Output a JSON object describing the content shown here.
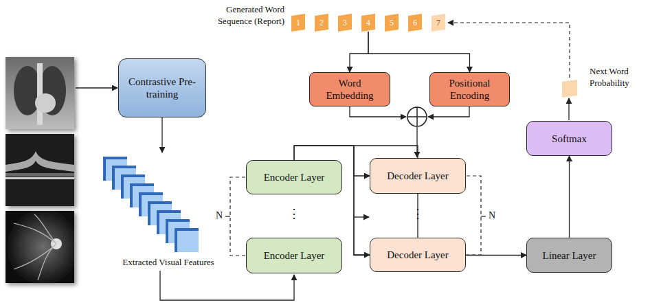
{
  "diagram": {
    "nodes": [
      {
        "text": [
          "1"
        ]
      },
      {
        "text": [
          "2"
        ]
      },
      {
        "text": [
          "3"
        ]
      },
      {
        "text": [
          "4"
        ]
      },
      {
        "text": [
          "5"
        ]
      },
      {
        "text": [
          "6"
        ]
      },
      {
        "text": [
          "7"
        ]
      },
      {
        "text": [
          "Contrastive Pre-training"
        ]
      },
      {
        "text": [
          "Word Embedding"
        ]
      },
      {
        "text": [
          "Positional Encoding"
        ]
      },
      {
        "text": [
          "Encoder Layer"
        ]
      },
      {
        "text": [
          "Decoder Layer"
        ]
      },
      {
        "text": [
          "Softmax"
        ]
      },
      {
        "text": [
          "Encoder Layer"
        ]
      },
      {
        "text": [
          "Decoder Layer"
        ]
      },
      {
        "text": [
          "Linear Layer"
        ]
      }
    ],
    "edges": [
      {
        "from": 3,
        "to": 8,
        "arrow": "to"
      },
      {
        "from": 3,
        "to": 9,
        "arrow": "to"
      },
      {
        "from": 10,
        "to": 11,
        "arrow": "to"
      },
      {
        "from": 10,
        "to": 14,
        "arrow": "to"
      },
      {
        "from": 14,
        "to": 15,
        "arrow": "to"
      },
      {
        "from": 15,
        "to": 12,
        "arrow": "to"
      }
    ],
    "labels": [
      "Generated Word Sequence (Report)",
      "Next Word Probability",
      "Extracted Visual Features",
      "N",
      "N",
      "⋮",
      "⋮"
    ]
  }
}
